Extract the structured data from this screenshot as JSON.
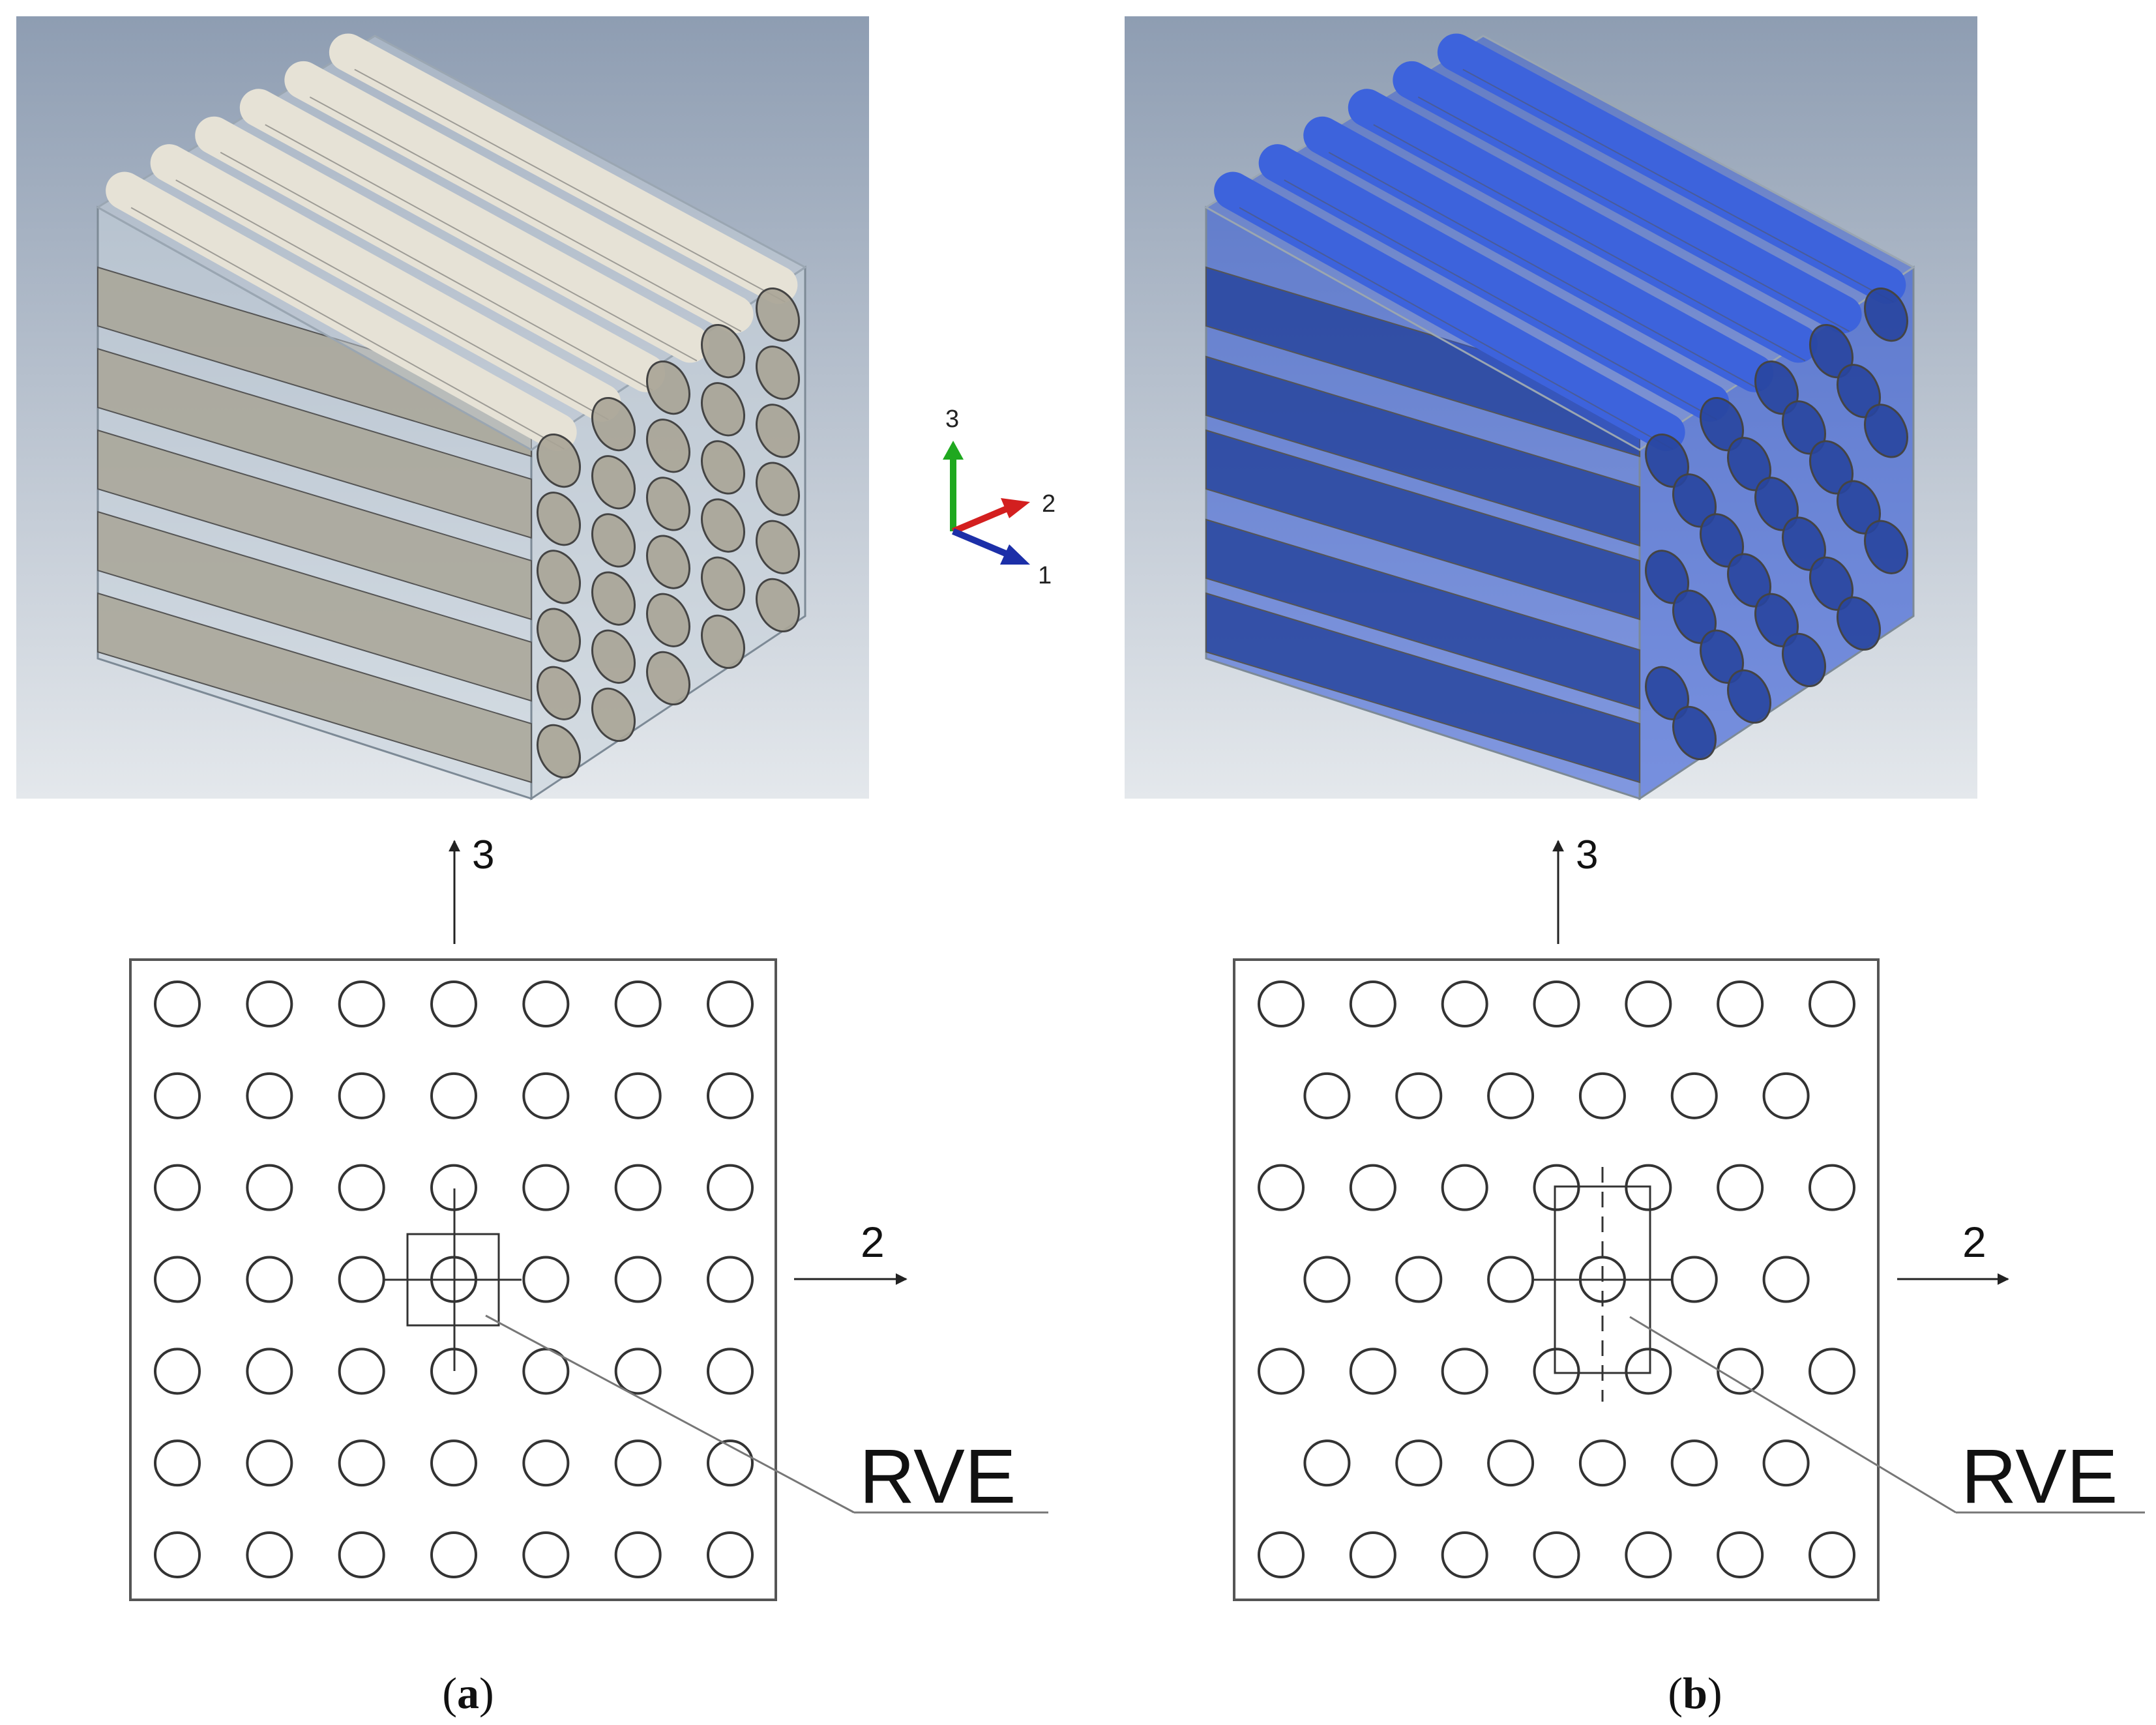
{
  "panels": {
    "a": {
      "caption": "(a)",
      "caption_letter": "a",
      "render_colors": {
        "matrix": "#c9d3dc",
        "fiber_top": "#e6e2d6",
        "fiber_side": "#a8a496",
        "background_top": "#8e9db2",
        "background_bottom": "#e4e8ec"
      },
      "cross_section": {
        "arrangement": "square",
        "rows": 7,
        "fibers_per_row": [
          7,
          7,
          7,
          7,
          7,
          7,
          7
        ],
        "axis_up_label": "3",
        "axis_right_label": "2",
        "rve_label": "RVE"
      }
    },
    "b": {
      "caption": "(b)",
      "caption_letter": "b",
      "render_colors": {
        "matrix": "#2f55d6",
        "fiber_top": "#3d63dc",
        "fiber_side": "#28459e",
        "background_top": "#8e9db2",
        "background_bottom": "#e4e8ec"
      },
      "cross_section": {
        "arrangement": "hexagonal",
        "rows": 7,
        "fibers_per_row": [
          7,
          6,
          7,
          6,
          7,
          6,
          7
        ],
        "axis_up_label": "3",
        "axis_right_label": "2",
        "rve_label": "RVE"
      }
    }
  },
  "triad": {
    "axis_1_label": "1",
    "axis_2_label": "2",
    "axis_3_label": "3",
    "colors": {
      "axis_1": "#1c2fa8",
      "axis_2": "#d31f1f",
      "axis_3": "#1fa81f"
    }
  }
}
